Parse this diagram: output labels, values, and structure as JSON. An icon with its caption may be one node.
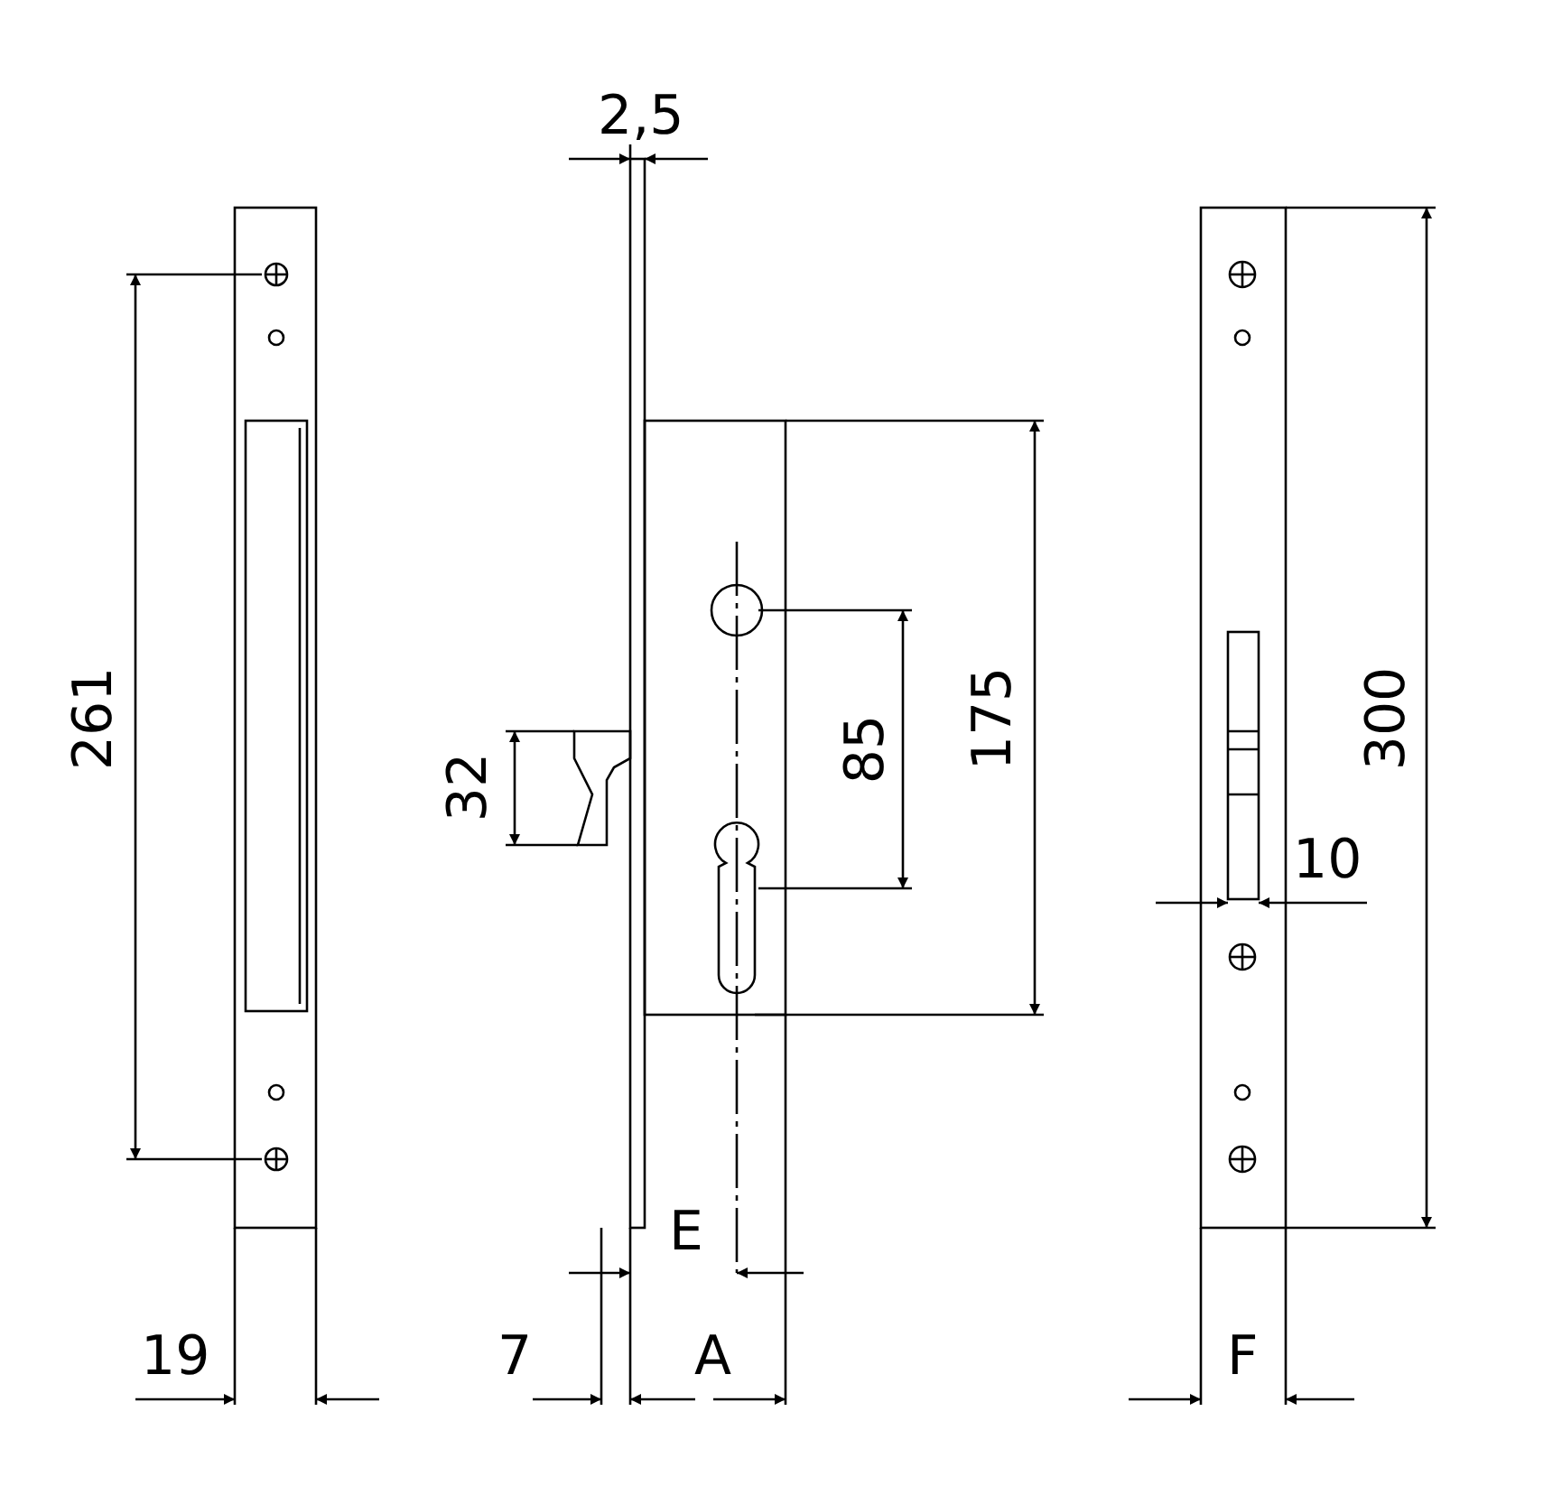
{
  "diagram": {
    "labels": [
      "2,5",
      "261",
      "32",
      "85",
      "175",
      "300",
      "10",
      "E",
      "19",
      "7",
      "A",
      "F"
    ]
  }
}
